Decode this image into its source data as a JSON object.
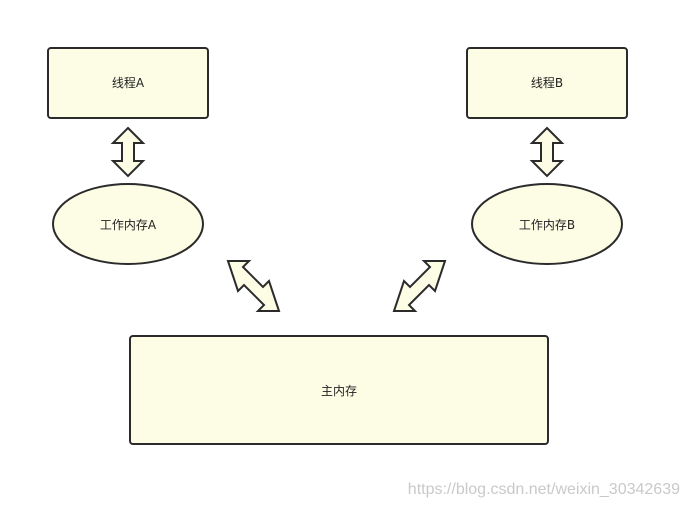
{
  "nodes": {
    "thread_a": "线程A",
    "thread_b": "线程B",
    "work_memory_a": "工作内存A",
    "work_memory_b": "工作内存B",
    "main_memory": "主内存"
  },
  "watermark": "https://blog.csdn.net/weixin_30342639",
  "colors": {
    "node_fill": "#fdfde6",
    "stroke": "#2b2b2b",
    "watermark": "#c9c9c9"
  }
}
